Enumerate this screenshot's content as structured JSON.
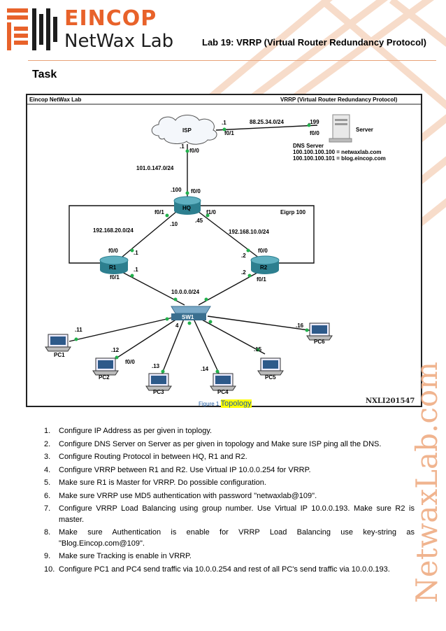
{
  "header": {
    "brand_top": "EINCOP",
    "brand_bottom": "NetWax Lab",
    "lab_title": "Lab 19: VRRP (Virtual Router Redundancy Protocol)"
  },
  "section_title": "Task",
  "figure": {
    "header_left": "Eincop NetWax Lab",
    "header_right": "VRRP (Virtual Router Redundancy Protocol)",
    "code": "NXLI201547",
    "caption_prefix": "Figure 1",
    "caption_label": "Topology",
    "nodes": {
      "isp": "ISP",
      "server": "Server",
      "hq": "HQ",
      "r1": "R1",
      "r2": "R2",
      "sw1": "SW1",
      "pc1": "PC1",
      "pc2": "PC2",
      "pc3": "PC3",
      "pc4": "PC4",
      "pc5": "PC5",
      "pc6": "PC6"
    },
    "labels": {
      "isp_f01_ip": ".1",
      "isp_f01": "f0/1",
      "isp_server_net": "88.25.34.0/24",
      "server_ip": ".199",
      "server_if": "f0/0",
      "dns_title": "DNS Server",
      "dns_line1": "100.100.100.100 = netwaxlab.com",
      "dns_line2": "100.100.100.101 = blog.eincop.com",
      "isp_f00_ip": ".1",
      "isp_f00": "f0/0",
      "isp_hq_net": "101.0.147.0/24",
      "hq_f00_ip": ".100",
      "hq_f00": "f0/0",
      "hq_f01": "f0/1",
      "hq_f10": "f1/0",
      "eigrp": "Eigrp 100",
      "hq_r1_ip": ".10",
      "hq_r2_ip": ".45",
      "hq_r1_net": "192.168.20.0/24",
      "hq_r2_net": "192.168.10.0/24",
      "r1_f00": "f0/0",
      "r1_f00_ip": ".1",
      "r1_f01": "f0/1",
      "r1_f01_ip": ".1",
      "r2_f00": "f0/0",
      "r2_f00_ip": ".2",
      "r2_f01": "f0/1",
      "r2_f01_ip": ".2",
      "lan_net": "10.0.0.0/24",
      "sw_port": "4",
      "pc2_if": "f0/0",
      "pc1_ip": ".11",
      "pc2_ip": ".12",
      "pc3_ip": ".13",
      "pc4_ip": ".14",
      "pc5_ip": ".15",
      "pc6_ip": ".16"
    }
  },
  "tasks": [
    {
      "num": "1.",
      "text": "Configure IP Address as per given in toplogy."
    },
    {
      "num": "2.",
      "text": "Configure DNS Server on Server as per given in topology and Make sure ISP ping all the DNS."
    },
    {
      "num": "3.",
      "text": "Configure Routing Protocol in between HQ, R1 and R2."
    },
    {
      "num": "4.",
      "text": "Configure VRRP between R1 and R2. Use Virtual IP 10.0.0.254 for VRRP."
    },
    {
      "num": "5.",
      "text": "Make sure R1 is Master for VRRP. Do possible configuration."
    },
    {
      "num": "6.",
      "text": "Make sure VRRP use MD5 authentication with password \"netwaxlab@109\"."
    },
    {
      "num": "7.",
      "text": "Configure VRRP Load Balancing using group number. Use Virtual IP 10.0.0.193. Make sure R2 is master."
    },
    {
      "num": "8.",
      "text": "Make sure Authentication is enable for VRRP Load Balancing use key-string as \"Blog.Eincop.com@109\"."
    },
    {
      "num": "9.",
      "text": "Make sure Tracking is enable in VRRP."
    },
    {
      "num": "10.",
      "text": "Configure PC1 and PC4 send traffic via 10.0.0.254 and rest of all PC's send traffic via 10.0.0.193."
    }
  ],
  "watermark": "NetwaxLab.com",
  "colors": {
    "brand_orange": "#e8622a",
    "deco_peach": "#f6d2bd",
    "caption_blue": "#1f5aa0",
    "router_teal": "#2d7f8f",
    "link_green": "#22b14c"
  }
}
